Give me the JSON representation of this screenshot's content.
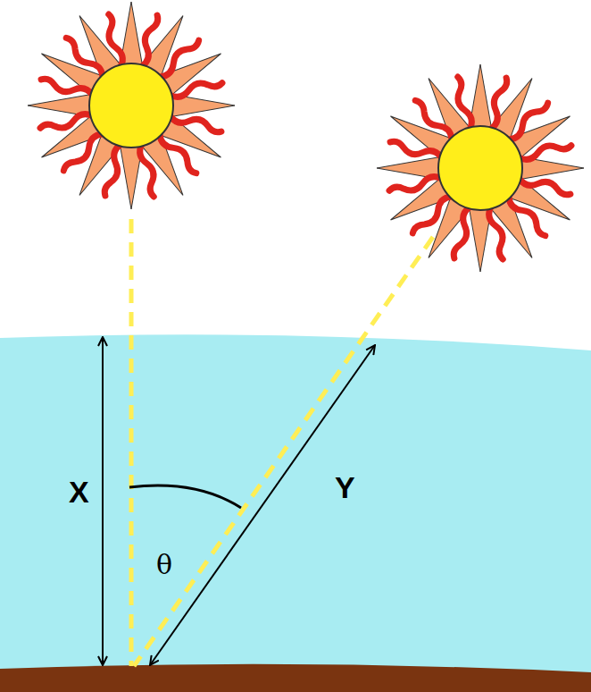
{
  "diagram": {
    "labels": [
      "X",
      "Y",
      "θ"
    ]
  }
}
